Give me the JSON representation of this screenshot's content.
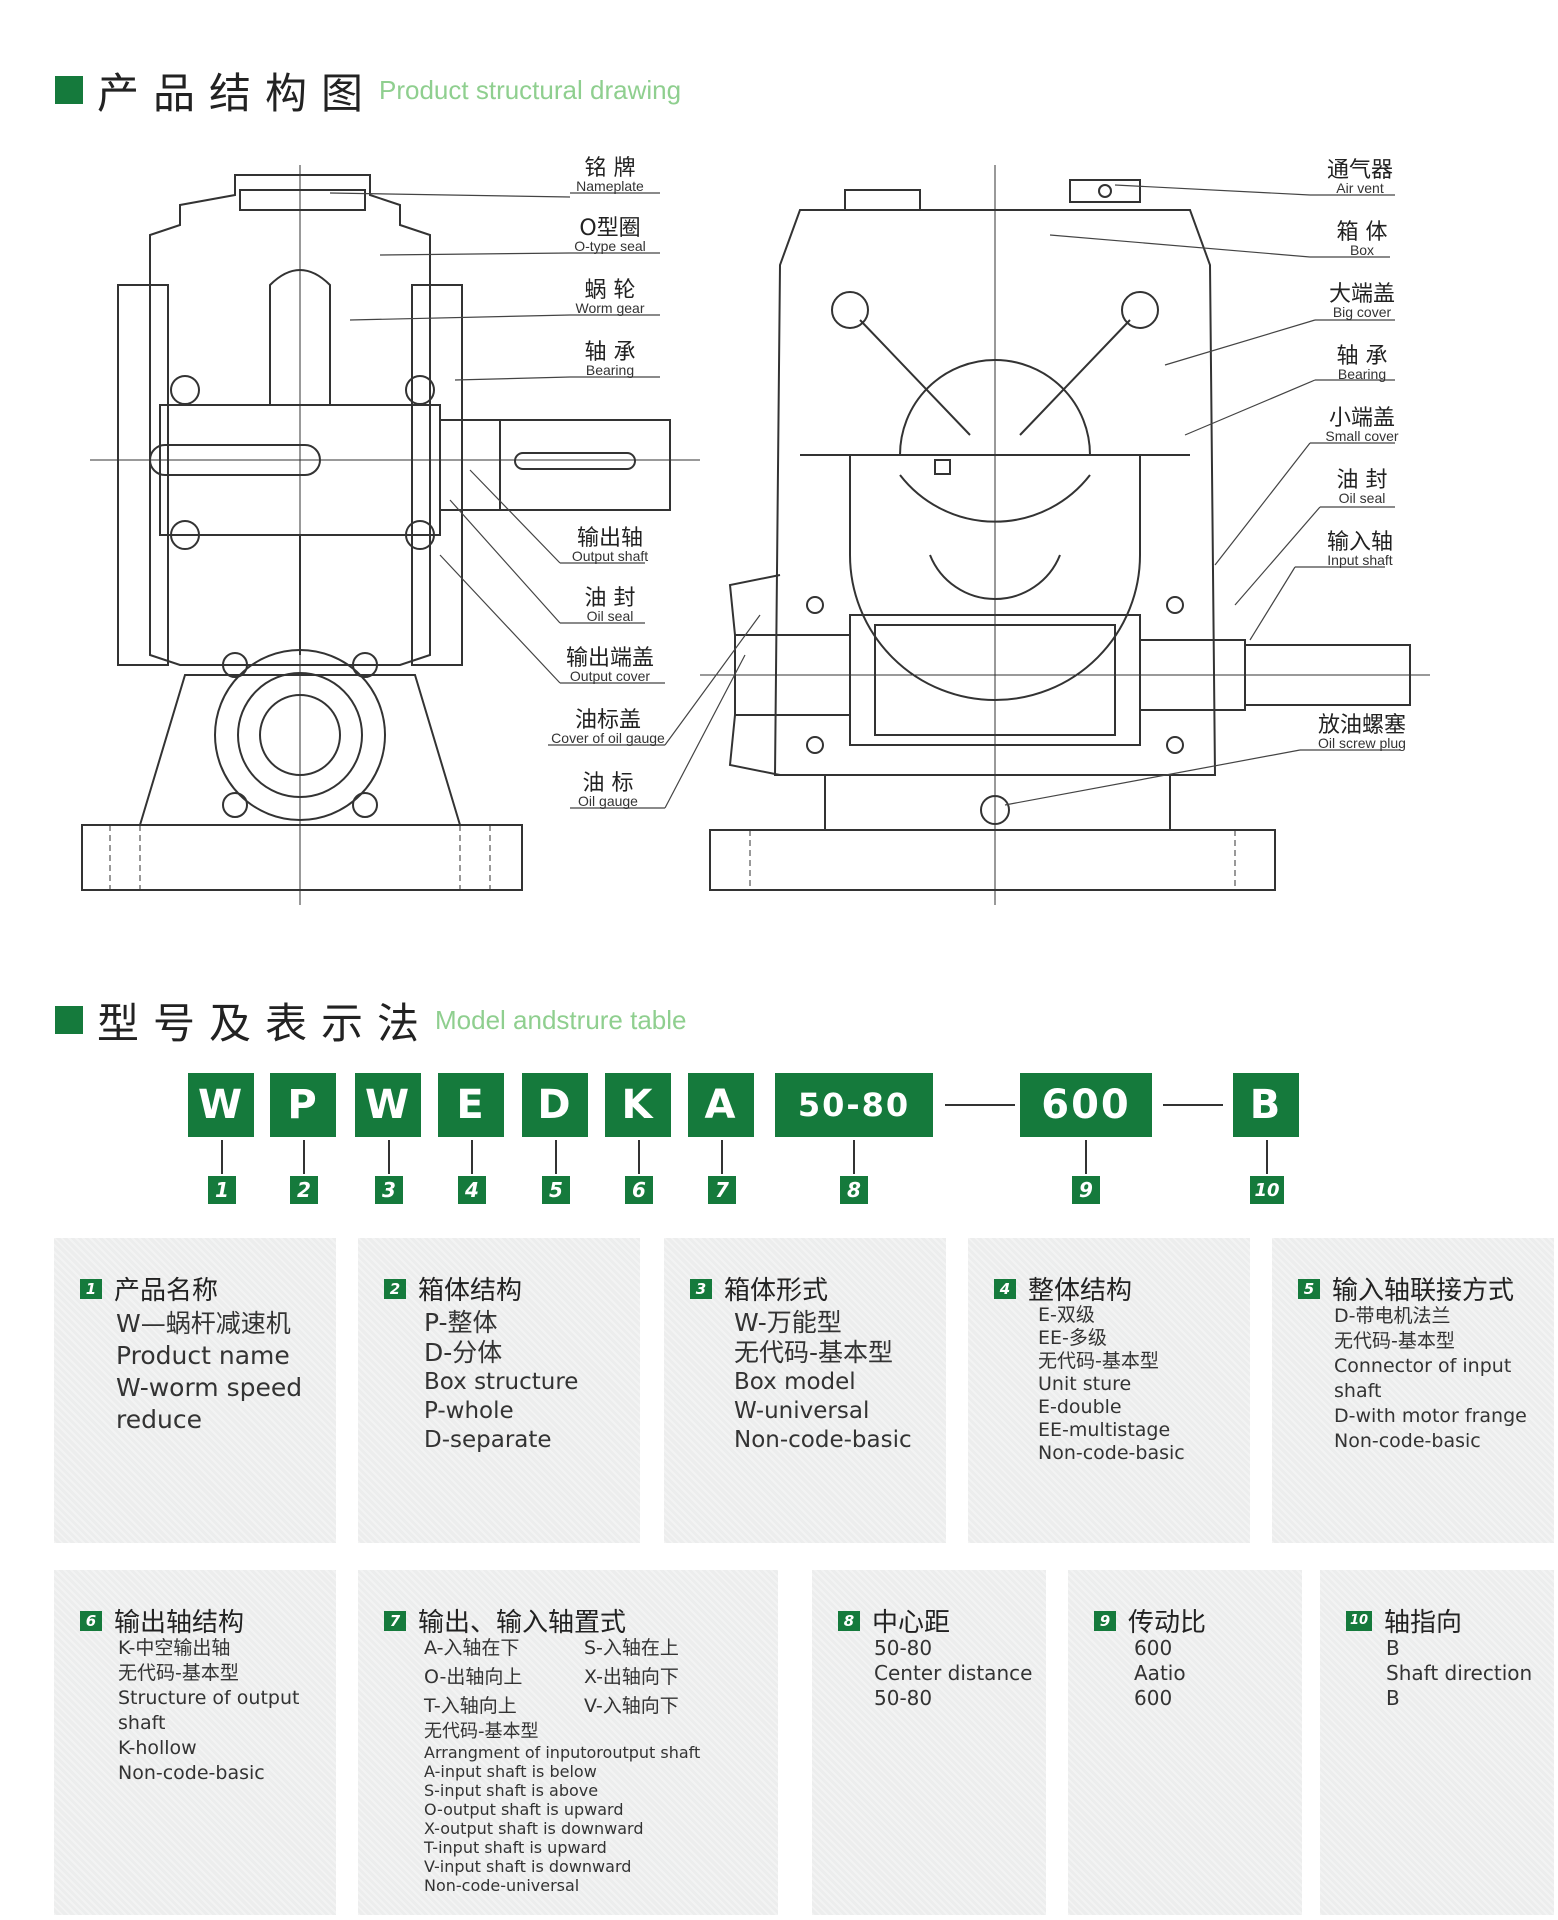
{
  "section1": {
    "title_cn": "产品结构图",
    "title_en": "Product structural drawing"
  },
  "section2": {
    "title_cn": "型号及表示法",
    "title_en": "Model andstrure table"
  },
  "left_labels": [
    {
      "cn": "铭 牌",
      "en": "Nameplate"
    },
    {
      "cn": "O型圈",
      "en": "O-type seal"
    },
    {
      "cn": "蜗 轮",
      "en": "Worm gear"
    },
    {
      "cn": "轴 承",
      "en": "Bearing"
    },
    {
      "cn": "输出轴",
      "en": "Output shaft"
    },
    {
      "cn": "油 封",
      "en": "Oil seal"
    },
    {
      "cn": "输出端盖",
      "en": "Output cover"
    },
    {
      "cn": "油标盖",
      "en": "Cover of oil gauge"
    },
    {
      "cn": "油 标",
      "en": "Oil gauge"
    }
  ],
  "right_labels": [
    {
      "cn": "通气器",
      "en": "Air vent"
    },
    {
      "cn": "箱 体",
      "en": "Box"
    },
    {
      "cn": "大端盖",
      "en": "Big cover"
    },
    {
      "cn": "轴 承",
      "en": "Bearing"
    },
    {
      "cn": "小端盖",
      "en": "Small cover"
    },
    {
      "cn": "油 封",
      "en": "Oil seal"
    },
    {
      "cn": "输入轴",
      "en": "Input shaft"
    },
    {
      "cn": "放油螺塞",
      "en": "Oil screw plug"
    }
  ],
  "codes": [
    "W",
    "P",
    "W",
    "E",
    "D",
    "K",
    "A",
    "50-80",
    "600",
    "B"
  ],
  "numbers": [
    "1",
    "2",
    "3",
    "4",
    "5",
    "6",
    "7",
    "8",
    "9",
    "10"
  ],
  "cards_row1": [
    {
      "num": "1",
      "title": "产品名称",
      "lines": [
        "W—蜗杆减速机",
        "Product name",
        "W-worm speed",
        "reduce"
      ]
    },
    {
      "num": "2",
      "title": "箱体结构",
      "lines": [
        "P-整体",
        "D-分体",
        "Box structure",
        "P-whole",
        "D-separate"
      ]
    },
    {
      "num": "3",
      "title": "箱体形式",
      "lines": [
        "W-万能型",
        "无代码-基本型",
        "Box model",
        "W-universal",
        "Non-code-basic"
      ]
    },
    {
      "num": "4",
      "title": "整体结构",
      "lines": [
        "E-双级",
        "EE-多级",
        "无代码-基本型",
        "Unit sture",
        "E-double",
        "EE-multistage",
        "Non-code-basic"
      ]
    },
    {
      "num": "5",
      "title": "输入轴联接方式",
      "lines": [
        "D-带电机法兰",
        "无代码-基本型",
        "Connector of input",
        "shaft",
        "D-with motor frange",
        "Non-code-basic"
      ]
    }
  ],
  "card6": {
    "num": "6",
    "title": "输出轴结构",
    "lines": [
      "K-中空输出轴",
      "无代码-基本型",
      "Structure of output",
      "shaft",
      "K-hollow",
      "Non-code-basic"
    ]
  },
  "card7": {
    "num": "7",
    "title": "输出、输入轴置式",
    "pairs": [
      "A-入轴在下",
      "S-入轴在上",
      "O-出轴向上",
      "X-出轴向下",
      "T-入轴向上",
      "V-入轴向下"
    ],
    "lines": [
      "无代码-基本型",
      "Arrangment of inputoroutput shaft",
      "A-input shaft is below",
      "S-input shaft is above",
      "O-output shaft is upward",
      "X-output shaft is downward",
      "T-input shaft is upward",
      "V-input shaft is downward",
      "Non-code-universal"
    ]
  },
  "card8": {
    "num": "8",
    "title": "中心距",
    "lines": [
      "50-80",
      "Center distance",
      "50-80"
    ]
  },
  "card9": {
    "num": "9",
    "title": "传动比",
    "lines": [
      "600",
      "Aatio",
      "600"
    ]
  },
  "card10": {
    "num": "10",
    "title": "轴指向",
    "lines": [
      "B",
      "Shaft direction",
      "B"
    ]
  },
  "colors": {
    "accent": "#157a3c",
    "title_en": "#8fcf8f",
    "card_bg": "#eceded"
  }
}
